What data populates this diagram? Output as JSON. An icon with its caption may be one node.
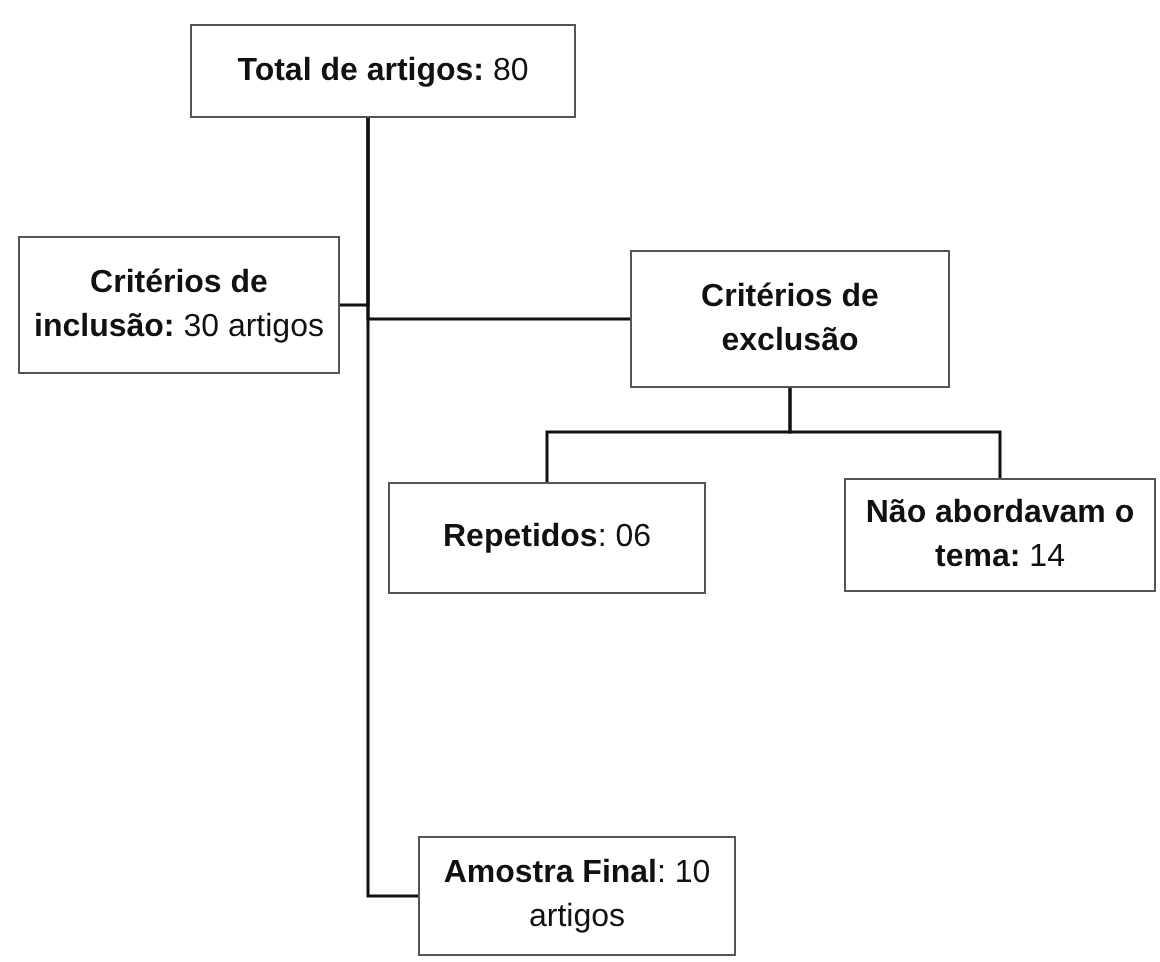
{
  "diagram": {
    "nodes": [
      {
        "text": [
          "**Total de artigos:** 80"
        ]
      },
      {
        "text": [
          "**Critérios de inclusão:** 30 artigos"
        ]
      },
      {
        "text": [
          "Critérios de exclusão"
        ]
      },
      {
        "text": [
          "**Repetidos**: 06"
        ]
      },
      {
        "text": [
          "**Não abordavam o tema:** 14"
        ]
      },
      {
        "text": [
          "**Amostra Final**: 10 artigos"
        ]
      }
    ],
    "edges": [
      {
        "from": 0,
        "to": 1,
        "arrow": "none"
      },
      {
        "from": 0,
        "to": 2,
        "arrow": "none"
      },
      {
        "from": 0,
        "to": 5,
        "arrow": "none"
      },
      {
        "from": 2,
        "to": 3,
        "arrow": "none"
      },
      {
        "from": 2,
        "to": 4,
        "arrow": "none"
      }
    ]
  }
}
